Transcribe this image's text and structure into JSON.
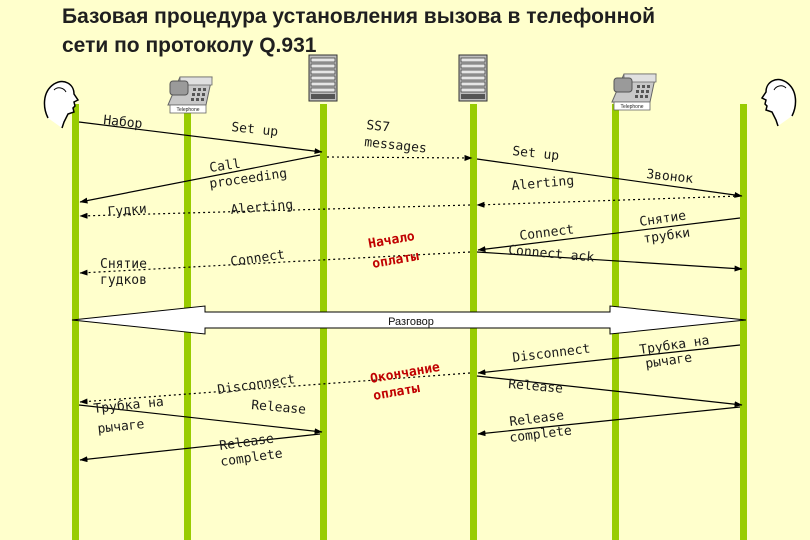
{
  "title": {
    "line1": "Базовая процедура установления вызова в телефонной",
    "line2": "сети по протоколу Q.931"
  },
  "colors": {
    "background": "#ffffcc",
    "lifeline": "#99cc00",
    "arrow": "#000000",
    "accent_red": "#c00000"
  },
  "icons": {
    "left_person": "person-head-icon",
    "right_person": "person-head-icon",
    "left_phone": "telephone-icon",
    "right_phone": "telephone-icon",
    "switch1": "server-rack-icon",
    "switch2": "server-rack-icon"
  },
  "phone_brand": "Telephone",
  "left_party": {
    "dial": "Набор",
    "tones": "Гудки",
    "tones_off_1": "Снятие",
    "tones_off_2": "гудков",
    "hangup_1": "Трубка на",
    "hangup_2": "рычаге"
  },
  "right_party": {
    "ring": "Звонок",
    "offhook_1": "Снятие",
    "offhook_2": "трубки",
    "hangup_1": "Трубка на",
    "hangup_2": "рычаге"
  },
  "messages": {
    "setup_left": "Set up",
    "call_proc_1": "Call",
    "call_proc_2": "proceeding",
    "alerting_left": "Alerting",
    "connect_left": "Connect",
    "ss7_1": "SS7",
    "ss7_2": "messages",
    "setup_right": "Set up",
    "alerting_right": "Alerting",
    "connect_right": "Connect",
    "connect_ack": "Connect ack",
    "disconnect_right": "Disconnect",
    "release_right": "Release",
    "release_complete_right_1": "Release",
    "release_complete_right_2": "complete",
    "disconnect_left": "Disconnect",
    "release_left": "Release",
    "release_complete_left_1": "Release",
    "release_complete_left_2": "complete"
  },
  "billing": {
    "start_1": "Начало",
    "start_2": "оплаты",
    "end_1": "Окончание",
    "end_2": "оплаты"
  },
  "conversation": "Разговор"
}
